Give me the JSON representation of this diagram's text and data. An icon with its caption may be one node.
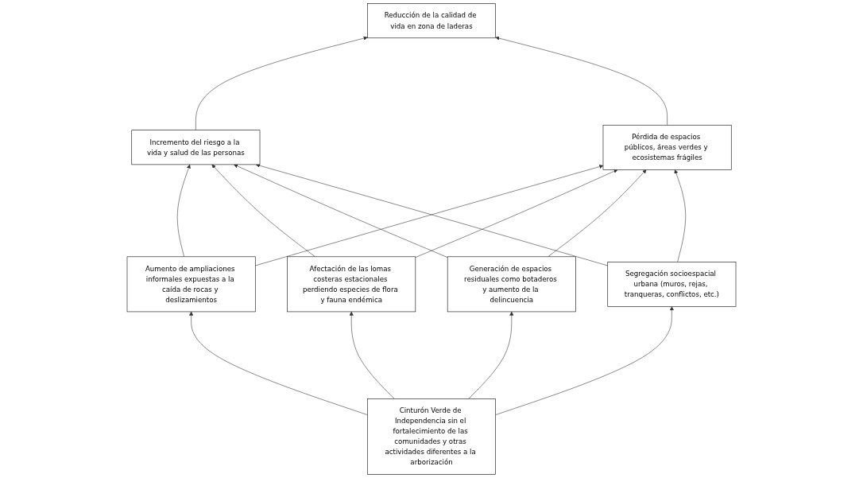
{
  "diagram": {
    "nodes": [
      {
        "text": [
          "Reducción de la calidad de vida en zona de laderas"
        ]
      },
      {
        "text": [
          "Incremento del riesgo a la vida y salud de las personas"
        ]
      },
      {
        "text": [
          "Pérdida de espacios públicos, áreas verdes y ecosistemas frágiles"
        ]
      },
      {
        "text": [
          "Aumento de ampliaciones informales expuestas a la caída de rocas y deslizamientos"
        ]
      },
      {
        "text": [
          "Afectación de las lomas costeras estacionales perdiendo especies de flora y fauna endémica"
        ]
      },
      {
        "text": [
          "Generación de espacios residuales como botaderos y aumento de la delincuencia"
        ]
      },
      {
        "text": [
          "Segregación socioespacial urbana (muros, rejas, tranqueras, conflictos, etc.)"
        ]
      },
      {
        "text": [
          "Cinturón Verde de Independencia sin el fortalecimiento de las comunidades y otras actividades diferentes a la arborización"
        ]
      }
    ],
    "edges": [
      {
        "from": 1,
        "to": 0,
        "arrow": "to"
      },
      {
        "from": 2,
        "to": 0,
        "arrow": "to"
      },
      {
        "from": 3,
        "to": 1,
        "arrow": "to"
      },
      {
        "from": 3,
        "to": 2,
        "arrow": "to"
      },
      {
        "from": 4,
        "to": 1,
        "arrow": "to"
      },
      {
        "from": 4,
        "to": 2,
        "arrow": "to"
      },
      {
        "from": 5,
        "to": 1,
        "arrow": "to"
      },
      {
        "from": 5,
        "to": 2,
        "arrow": "to"
      },
      {
        "from": 6,
        "to": 1,
        "arrow": "to"
      },
      {
        "from": 6,
        "to": 2,
        "arrow": "to"
      },
      {
        "from": 7,
        "to": 3,
        "arrow": "to"
      },
      {
        "from": 7,
        "to": 4,
        "arrow": "to"
      },
      {
        "from": 7,
        "to": 5,
        "arrow": "to"
      },
      {
        "from": 7,
        "to": 6,
        "arrow": "to"
      }
    ]
  }
}
